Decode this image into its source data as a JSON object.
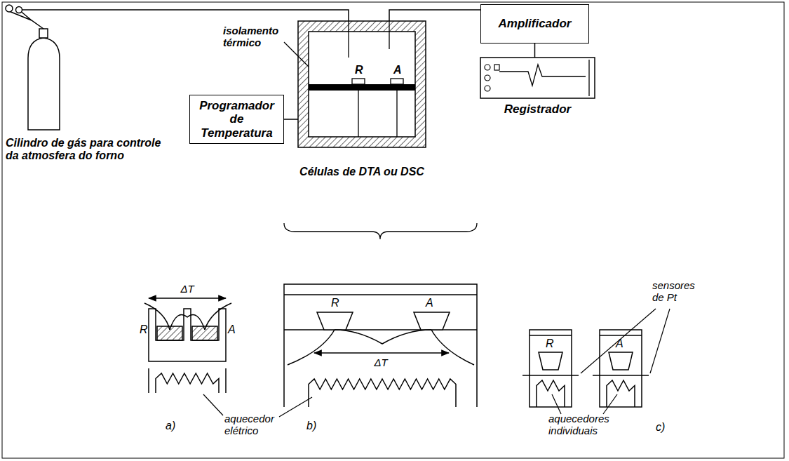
{
  "diagram": {
    "nodes": [
      {
        "text": [
          "Cilindro de gás para controle da atmosfera do forno"
        ]
      },
      {
        "text": [
          "Programador de Temperatura"
        ]
      },
      {
        "text": [
          "R",
          "A",
          "Células de DTA ou DSC"
        ]
      },
      {
        "text": [
          "Amplificador"
        ]
      },
      {
        "text": [
          "Registrador"
        ]
      }
    ],
    "edges": [
      {
        "from": 0,
        "to": 2,
        "arrow": "none"
      },
      {
        "from": 1,
        "to": 2,
        "arrow": "none"
      },
      {
        "from": 2,
        "to": 3,
        "arrow": "none"
      },
      {
        "from": 3,
        "to": 4,
        "arrow": "none"
      }
    ],
    "labels": [
      "isolamento térmico",
      "ΔT",
      "R",
      "A",
      "a)",
      "aquecedor elétrico",
      "ΔT",
      "R",
      "A",
      "b)",
      "sensores de Pt",
      "R",
      "A",
      "aquecedores individuais",
      "c)"
    ]
  }
}
